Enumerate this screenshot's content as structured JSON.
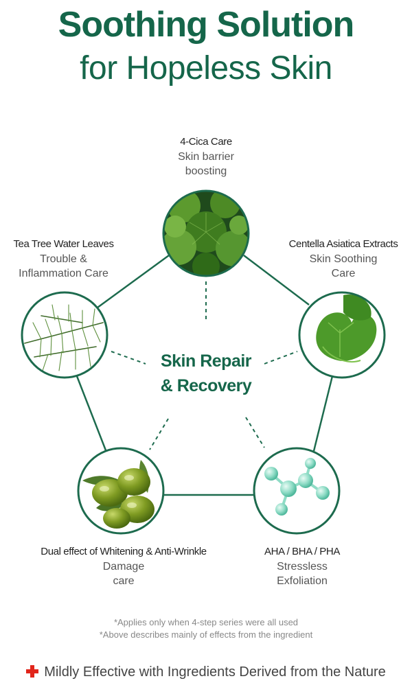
{
  "title": {
    "line1": "Soothing Solution",
    "line2": "for Hopeless Skin"
  },
  "center": {
    "line1": "Skin Repair",
    "line2": "& Recovery"
  },
  "nodes": [
    {
      "heading": "4-Cica Care",
      "desc1": "Skin barrier",
      "desc2": "boosting",
      "icon": "cica-leaves-image"
    },
    {
      "heading": "Centella Asiatica Extracts",
      "desc1": "Skin Soothing",
      "desc2": "Care",
      "icon": "centella-leaf-image"
    },
    {
      "heading": "AHA / BHA / PHA",
      "desc1": "Stressless",
      "desc2": "Exfoliation",
      "icon": "molecule-image"
    },
    {
      "heading": "Dual effect of Whitening & Anti-Wrinkle",
      "desc1": "Damage",
      "desc2": "care",
      "icon": "olive-image"
    },
    {
      "heading": "Tea Tree Water Leaves",
      "desc1": "Trouble &",
      "desc2": "Inflammation Care",
      "icon": "tea-tree-image"
    }
  ],
  "notes": {
    "line1": "*Applies only when 4-step series were all used",
    "line2": "*Above describes mainly of effects from the ingredient"
  },
  "footer": {
    "text": "Mildly Effective with Ingredients Derived from the Nature",
    "icon": "red-cross-icon"
  },
  "colors": {
    "brand_green": "#15664a",
    "accent_red": "#e1251b"
  }
}
